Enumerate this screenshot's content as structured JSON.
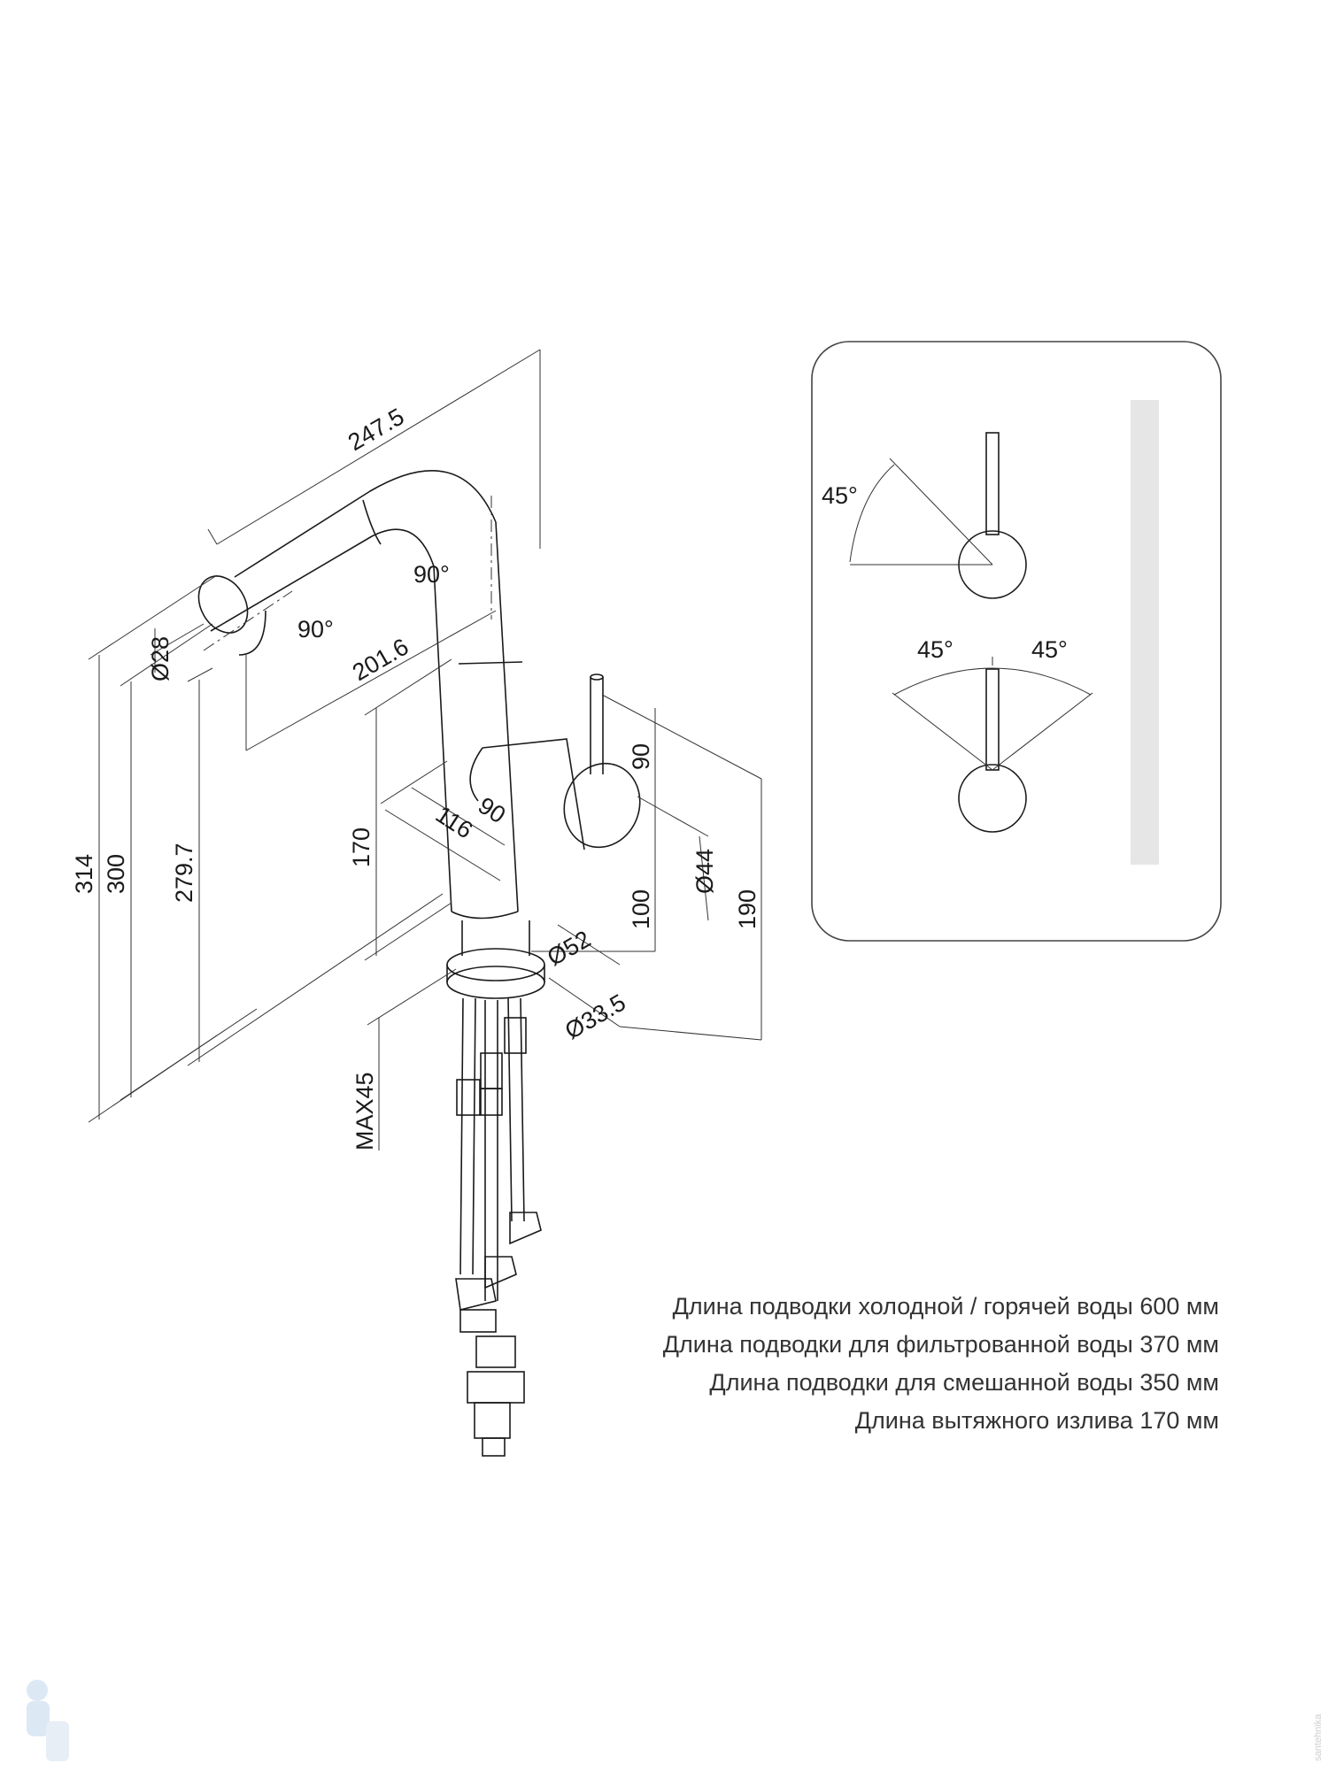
{
  "dimensions": {
    "total_reach": "247.5",
    "spout_reach": "201.6",
    "spout_bend_angle": "90°",
    "spout_rotation_angle": "90°",
    "spout_diameter": "Ø28",
    "height_total": "314",
    "height_300": "300",
    "height_spout_outlet": "279.7",
    "height_handle": "170",
    "base_to_axis": "116",
    "handle_offset": "90",
    "handle_height": "90",
    "handle_diameter": "Ø44",
    "lever_height": "100",
    "handle_top_height": "190",
    "base_diameter": "Ø52",
    "mount_diameter": "Ø33.5",
    "max_thickness": "MAX45"
  },
  "lever_panel": {
    "angle_single": "45°",
    "angle_left": "45°",
    "angle_right": "45°"
  },
  "notes": [
    "Длина подводки холодной / горячей воды 600 мм",
    "Длина подводки для фильтрованной воды 370 мм",
    "Длина подводки для смешанной воды 350 мм",
    "Длина вытяжного излива 170 мм"
  ],
  "watermark": "santehnika"
}
